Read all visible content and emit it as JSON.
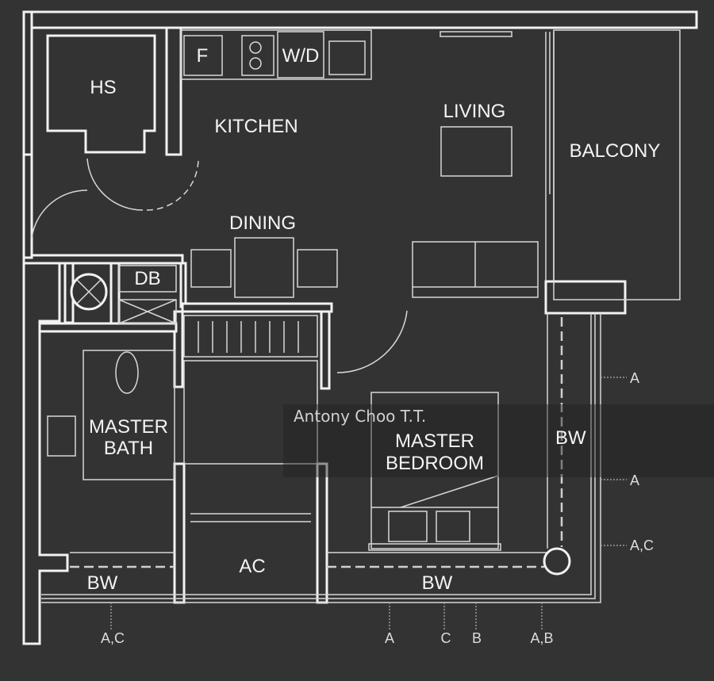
{
  "rooms": {
    "hs": "HS",
    "fridge": "F",
    "washer_dryer": "W/D",
    "kitchen": "KITCHEN",
    "living": "LIVING",
    "balcony": "BALCONY",
    "dining": "DINING",
    "db": "DB",
    "master_bath_1": "MASTER",
    "master_bath_2": "BATH",
    "master_bedroom_1": "MASTER",
    "master_bedroom_2": "BEDROOM",
    "ac": "AC",
    "bw_left": "BW",
    "bw_bottom": "BW",
    "bw_right": "BW"
  },
  "markers": {
    "right_a1": "A",
    "right_a2": "A",
    "right_ac": "A,C",
    "bottom_ac": "A,C",
    "bottom_a": "A",
    "bottom_c": "C",
    "bottom_b": "B",
    "bottom_ab": "A,B"
  },
  "watermark": "Antony Choo T.T."
}
